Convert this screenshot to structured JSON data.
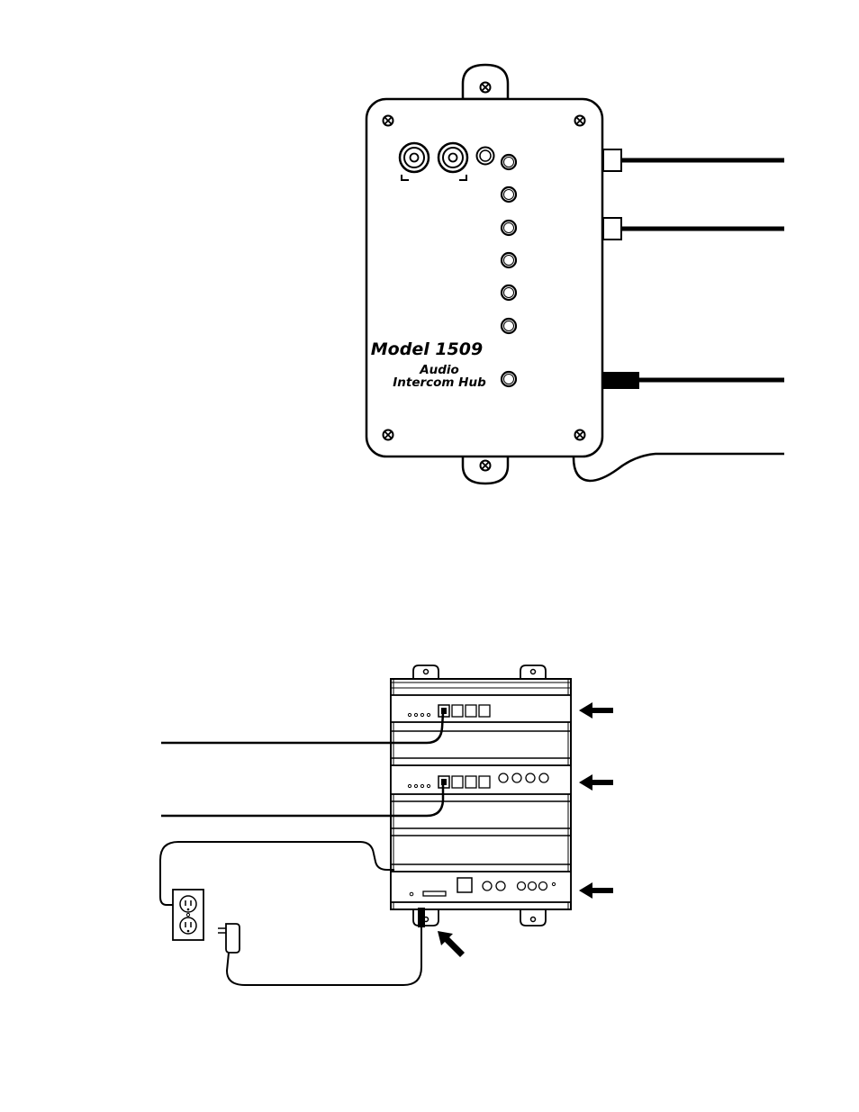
{
  "hub": {
    "model": "Model 1509",
    "line1": "Audio",
    "line2": "Intercom Hub"
  },
  "colors": {
    "ink": "#000000",
    "paper": "#ffffff"
  }
}
